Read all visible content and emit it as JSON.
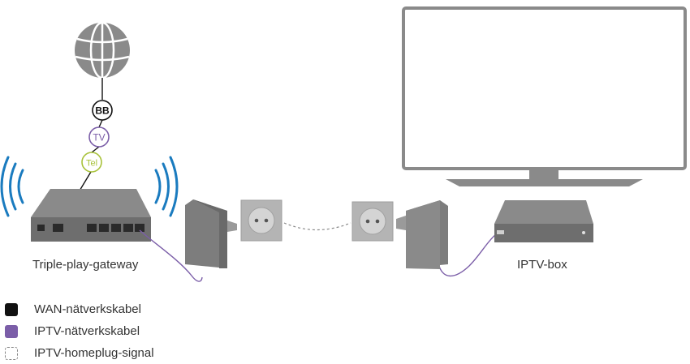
{
  "badges": {
    "bb": "BB",
    "tv": "TV",
    "tel": "Tel"
  },
  "labels": {
    "gateway": "Triple-play-gateway",
    "iptv_box": "IPTV-box"
  },
  "legend": [
    {
      "label": "WAN-nätverkskabel",
      "style": "filled",
      "color": "#111111"
    },
    {
      "label": "IPTV-nätverkskabel",
      "style": "filled",
      "color": "#7b5ea8"
    },
    {
      "label": "IPTV-homeplug-signal",
      "style": "dashed",
      "color": "#888888"
    }
  ],
  "colors": {
    "device": "#7d7d7d",
    "device_dark": "#5e5e5e",
    "wifi": "#1a7bbf",
    "tv_badge": "#7b5ea8",
    "tel_badge": "#a8c23a",
    "wan_cable": "#111111",
    "iptv_cable": "#7b5ea8",
    "outlet": "#b4b4b4"
  },
  "icons": {
    "internet": "globe-icon",
    "wifi": "wifi-waves-icon",
    "socket": "power-socket-icon"
  }
}
